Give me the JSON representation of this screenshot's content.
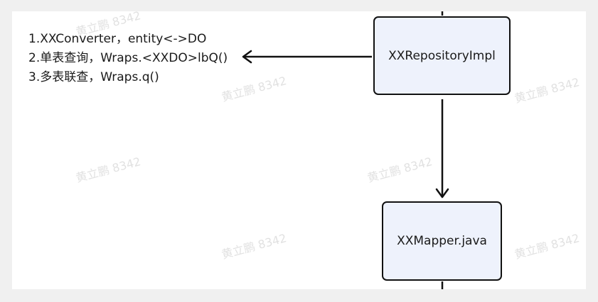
{
  "notes": {
    "line1": "1.XXConverter，entity<->DO",
    "line2": "2.单表查询，Wraps.<XXDO>lbQ()",
    "line3": "3.多表联查，Wraps.q()"
  },
  "nodes": {
    "repository": "XXRepositoryImpl",
    "mapper": "XXMapper.java"
  },
  "watermark": "黄立鹏 8342",
  "colors": {
    "node_fill": "#eef2fc",
    "node_border": "#111111",
    "arrow": "#111111"
  }
}
